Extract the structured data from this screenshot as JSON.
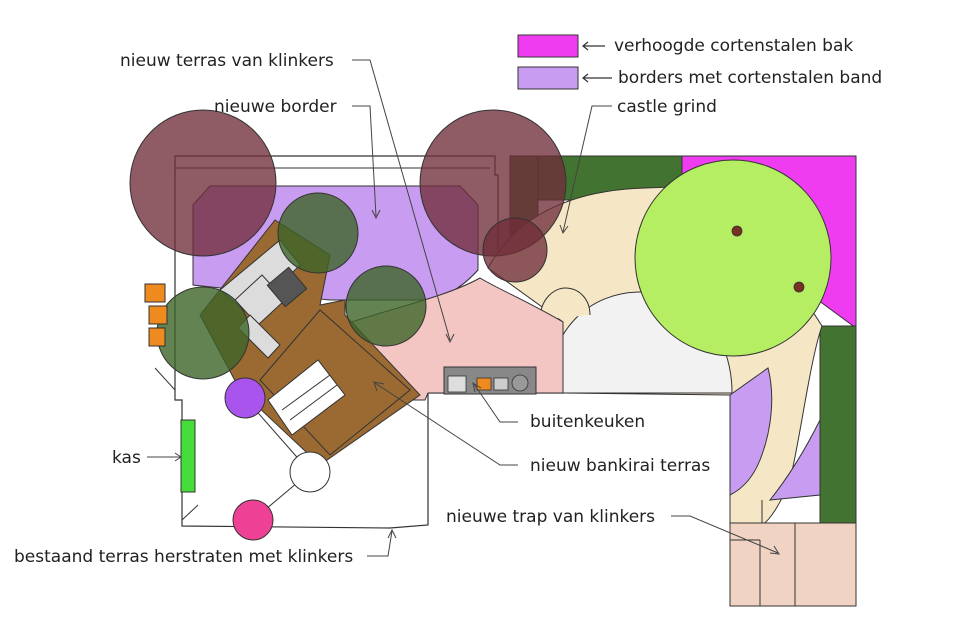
{
  "legend": [
    {
      "label": "verhoogde cortenstalen bak",
      "color": "#f03cf0"
    },
    {
      "label": "borders met cortenstalen band",
      "color": "#c89cf0"
    }
  ],
  "labels": {
    "terrace_new": "nieuw terras van klinkers",
    "border_new": "nieuwe border",
    "gravel": "castle grind",
    "kitchen": "buitenkeuken",
    "deck": "nieuw bankirai terras",
    "greenhouse": "kas",
    "stairs": "nieuwe trap van klinkers",
    "existing": "bestaand terras herstraten met klinkers"
  },
  "colors": {
    "dark_green": "#437330",
    "lime": "#b5ee62",
    "lavender": "#c89cf0",
    "magenta": "#f03cf0",
    "pink_paving": "#f3c5c3",
    "cream": "#f5e7c6",
    "deck_brown": "#9a6a32",
    "tree_plum": "rgba(112,45,58,0.78)",
    "tree_green": "rgba(60,100,40,0.8)",
    "stairs": "#f1d3c3",
    "greenhouse": "#44dd3a",
    "orange": "#ef8a1e",
    "purple_shrub": "#a954ec",
    "pink_shrub": "#ee4095"
  }
}
